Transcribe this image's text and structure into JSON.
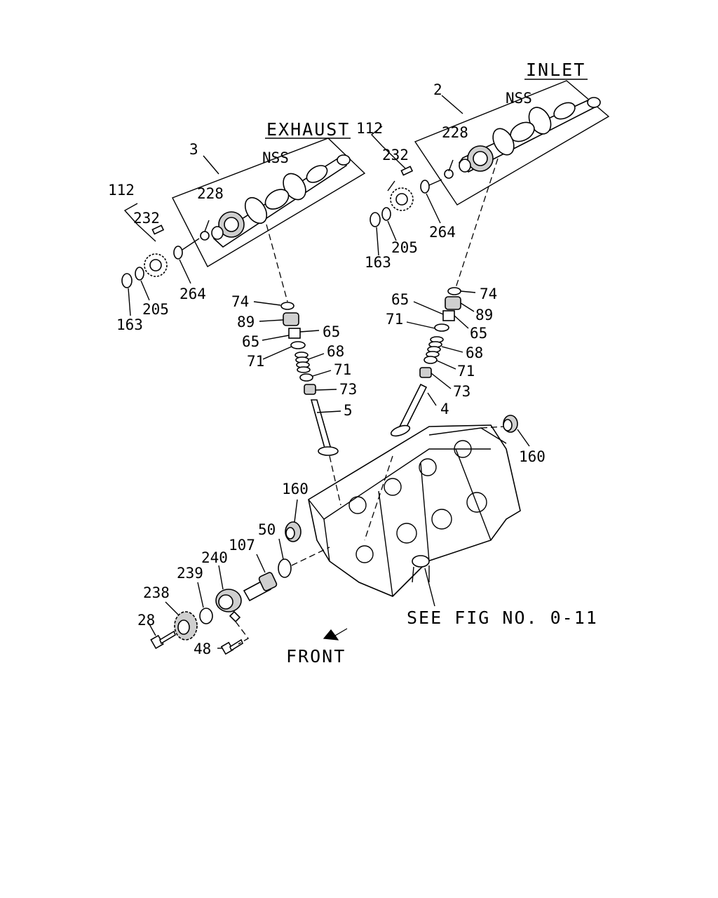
{
  "diagram": {
    "headings": {
      "inlet": "INLET",
      "exhaust": "EXHAUST",
      "see_fig": "SEE FIG NO. 0-11",
      "front": "FRONT"
    },
    "labels": {
      "inlet_camshaft": "2",
      "inlet_nss": "NSS",
      "inlet_228": "228",
      "inlet_112": "112",
      "inlet_232": "232",
      "inlet_264": "264",
      "inlet_205": "205",
      "inlet_163": "163",
      "inlet_74": "74",
      "inlet_65a": "65",
      "inlet_89": "89",
      "inlet_71a": "71",
      "inlet_65b": "65",
      "inlet_68": "68",
      "inlet_71b": "71",
      "inlet_73": "73",
      "inlet_valve": "4",
      "exhaust_camshaft": "3",
      "exhaust_nss": "NSS",
      "exhaust_228": "228",
      "exhaust_112": "112",
      "exhaust_232": "232",
      "exhaust_264": "264",
      "exhaust_205": "205",
      "exhaust_163": "163",
      "exhaust_74": "74",
      "exhaust_89": "89",
      "exhaust_65a": "65",
      "exhaust_65b": "65",
      "exhaust_71a": "71",
      "exhaust_68": "68",
      "exhaust_71b": "71",
      "exhaust_73": "73",
      "exhaust_valve": "5",
      "plug_rear": "160",
      "plug_front": "160",
      "oring_50": "50",
      "shaft_107": "107",
      "housing_240": "240",
      "seal_239": "239",
      "gear_238": "238",
      "bolt_28": "28",
      "bolt_48": "48"
    }
  }
}
